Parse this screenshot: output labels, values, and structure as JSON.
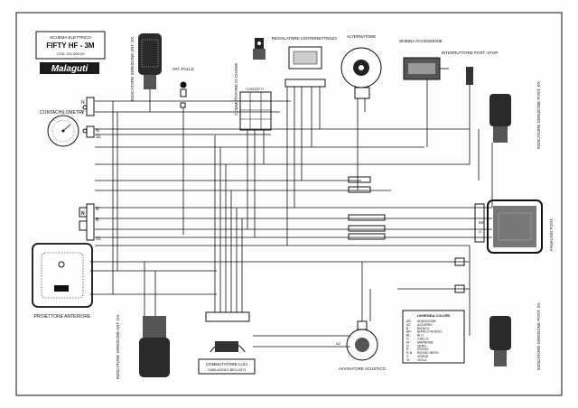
{
  "title_block": {
    "line1": "SCHEMA ELETTRICO",
    "line2": "FIFTY HF - 3M",
    "line3": "COD. 011.000.00",
    "logo": "Malaguti"
  },
  "components": {
    "front_left_indicator": "INDICATORE DIREZIONE ANT. SX.",
    "neutral_switch": "INT. FOLLE",
    "key_switch": "COMMUTATORE DI CHIAVE",
    "contacts": "CONTATTI",
    "regulator": "REGOLATORE C/INTERMITTENZA",
    "alternator": "ALTERNATORE",
    "ignition_coil": "BOBINA ACCENSIONE",
    "stop_switch": "INTERRUTTORE POST. STOP",
    "speedometer": "CONTACHILOMETRI",
    "rear_right_indicator": "INDICATORE DIREZIONE POST. DX.",
    "rear_light": "FANALINO POST.",
    "headlight": "PROIETTORE ANTERIORE",
    "front_right_indicator": "INDICATORE DIREZIONE ANT. DX.",
    "light_switch": "COMMUTATORE LUCI",
    "light_switch_sub": "CABLAGGIO BELLATO",
    "horn": "AVVISATORE ACUSTICO",
    "rear_left_indicator": "INDICATORE DIREZIONE POST. SX."
  },
  "wire_labels": {
    "n": "N",
    "v": "V",
    "r": "R",
    "b": "B",
    "sl": "SL",
    "vl": "VL",
    "br": "BR",
    "g": "G",
    "az": "AZ",
    "n_box": "N"
  },
  "legend": {
    "title": "LEGENDA COLORI",
    "items": [
      {
        "code": "AR",
        "name": "ARANCIONE"
      },
      {
        "code": "AZ",
        "name": "AZZURRO"
      },
      {
        "code": "B",
        "name": "BIANCO"
      },
      {
        "code": "BR",
        "name": "BIANCO-ROSSO"
      },
      {
        "code": "BL",
        "name": "BLU"
      },
      {
        "code": "G",
        "name": "GIALLO"
      },
      {
        "code": "M",
        "name": "MARRONE"
      },
      {
        "code": "N",
        "name": "NERO"
      },
      {
        "code": "R",
        "name": "ROSSO"
      },
      {
        "code": "R-N",
        "name": "ROSSO NERO"
      },
      {
        "code": "V",
        "name": "VERDE"
      },
      {
        "code": "VL",
        "name": "VIOLA"
      }
    ]
  }
}
